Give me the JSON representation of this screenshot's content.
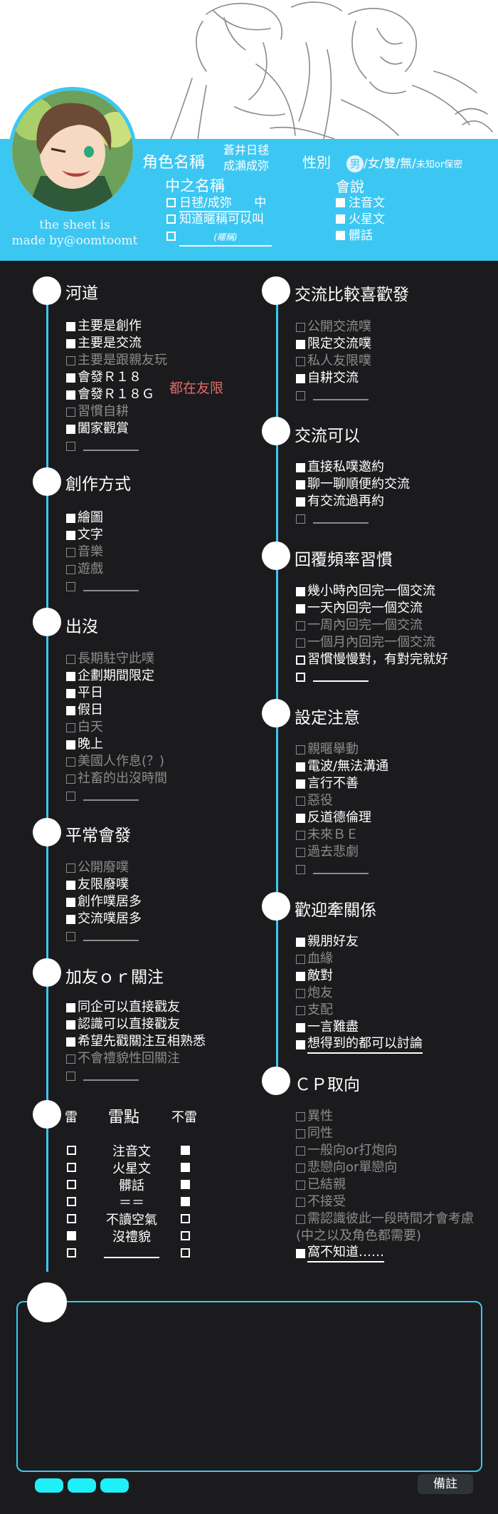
{
  "header": {
    "credit_line1": "the sheet is",
    "credit_line2": "made by@oomtoomt",
    "char_name_label": "角色名稱",
    "char_name_line1": "蒼井日毬",
    "char_name_line2": "成瀨成弥",
    "gender_label": "性別",
    "gender_selected": "男",
    "gender_rest": "/女/雙/無/",
    "gender_unknown": "未知or保密",
    "nickname_label": "中之名稱",
    "nickname_value": "日毬/成弥",
    "nickname_suffix": "中",
    "nickname_opt2": "知道暱稱可以叫",
    "nickname_opt3": "(暱稱)",
    "speech_label": "會說",
    "speech_items": [
      "注音文",
      "火星文",
      "髒話"
    ]
  },
  "sections": {
    "rivers": {
      "title": "河道",
      "items": [
        {
          "text": "主要是創作",
          "checked": true
        },
        {
          "text": "主要是交流",
          "checked": true
        },
        {
          "text": "主要是跟親友玩",
          "checked": false
        },
        {
          "text": "會發Ｒ１８",
          "checked": true
        },
        {
          "text": "會發Ｒ１８Ｇ",
          "checked": true
        },
        {
          "text": "習慣自耕",
          "checked": false
        },
        {
          "text": "闔家觀賞",
          "checked": true
        },
        {
          "text": "",
          "checked": false
        }
      ],
      "note": "都在友限"
    },
    "creation": {
      "title": "創作方式",
      "items": [
        {
          "text": "繪圖",
          "checked": true
        },
        {
          "text": "文字",
          "checked": true
        },
        {
          "text": "音樂",
          "checked": false
        },
        {
          "text": "遊戲",
          "checked": false
        },
        {
          "text": "",
          "checked": false
        }
      ]
    },
    "appear": {
      "title": "出沒",
      "items": [
        {
          "text": "長期駐守此噗",
          "checked": false
        },
        {
          "text": "企劃期間限定",
          "checked": true
        },
        {
          "text": "平日",
          "checked": true
        },
        {
          "text": "假日",
          "checked": true
        },
        {
          "text": "白天",
          "checked": false
        },
        {
          "text": "晚上",
          "checked": true
        },
        {
          "text": "美國人作息(？)",
          "checked": false
        },
        {
          "text": "社畜的出沒時間",
          "checked": false
        },
        {
          "text": "",
          "checked": false
        }
      ]
    },
    "usual": {
      "title": "平常會發",
      "items": [
        {
          "text": "公開廢噗",
          "checked": false
        },
        {
          "text": "友限廢噗",
          "checked": true
        },
        {
          "text": "創作噗居多",
          "checked": true
        },
        {
          "text": "交流噗居多",
          "checked": true
        },
        {
          "text": "",
          "checked": false
        }
      ]
    },
    "friend": {
      "title": "加友ｏｒ關注",
      "items": [
        {
          "text": "同企可以直接戳友",
          "checked": true
        },
        {
          "text": "認識可以直接戳友",
          "checked": true
        },
        {
          "text": "希望先戳關注互相熟悉",
          "checked": true
        },
        {
          "text": "不會禮貌性回關注",
          "checked": false
        },
        {
          "text": "",
          "checked": false
        }
      ]
    },
    "thunder": {
      "head_left": "雷",
      "head_mid": "雷點",
      "head_right": "不雷",
      "rows": [
        {
          "text": "注音文",
          "left": false,
          "right": true
        },
        {
          "text": "火星文",
          "left": false,
          "right": true
        },
        {
          "text": "髒話",
          "left": false,
          "right": true
        },
        {
          "text": "＝＝",
          "left": false,
          "right": true
        },
        {
          "text": "不讀空氣",
          "left": false,
          "right": false
        },
        {
          "text": "沒禮貌",
          "left": true,
          "right": false
        },
        {
          "text": "",
          "left": false,
          "right": false
        }
      ]
    },
    "exchange_pref": {
      "title": "交流比較喜歡發",
      "items": [
        {
          "text": "公開交流噗",
          "checked": false
        },
        {
          "text": "限定交流噗",
          "checked": true
        },
        {
          "text": "私人友限噗",
          "checked": false
        },
        {
          "text": "自耕交流",
          "checked": true
        },
        {
          "text": "",
          "checked": false
        }
      ]
    },
    "exchange_ok": {
      "title": "交流可以",
      "items": [
        {
          "text": "直接私噗邀約",
          "checked": true
        },
        {
          "text": "聊一聊順便約交流",
          "checked": true
        },
        {
          "text": "有交流過再約",
          "checked": true
        },
        {
          "text": "",
          "checked": false
        }
      ]
    },
    "reply": {
      "title": "回覆頻率習慣",
      "items": [
        {
          "text": "幾小時內回完一個交流",
          "checked": true
        },
        {
          "text": "一天內回完一個交流",
          "checked": true
        },
        {
          "text": "一周內回完一個交流",
          "checked": false
        },
        {
          "text": "一個月內回完一個交流",
          "checked": false
        },
        {
          "text": "習慣慢慢對，有對完就好",
          "checked": false,
          "bright": true
        },
        {
          "text": "",
          "checked": false,
          "bright": true
        }
      ]
    },
    "setting": {
      "title": "設定注意",
      "items": [
        {
          "text": "親暱舉動",
          "checked": false
        },
        {
          "text": "電波/無法溝通",
          "checked": true
        },
        {
          "text": "言行不善",
          "checked": true
        },
        {
          "text": "惡役",
          "checked": false
        },
        {
          "text": "反道德倫理",
          "checked": true
        },
        {
          "text": "未來ＢＥ",
          "checked": false
        },
        {
          "text": "過去悲劇",
          "checked": false
        },
        {
          "text": "",
          "checked": false
        }
      ]
    },
    "relation": {
      "title": "歡迎牽關係",
      "items": [
        {
          "text": "親朋好友",
          "checked": true
        },
        {
          "text": "血緣",
          "checked": false
        },
        {
          "text": "敵對",
          "checked": true
        },
        {
          "text": "炮友",
          "checked": false
        },
        {
          "text": "支配",
          "checked": false
        },
        {
          "text": "一言難盡",
          "checked": true
        },
        {
          "text": "想得到的都可以討論",
          "checked": true
        }
      ]
    },
    "cp": {
      "title": "ＣＰ取向",
      "items": [
        {
          "text": "異性",
          "checked": false
        },
        {
          "text": "同性",
          "checked": false
        },
        {
          "text": "一般向or打炮向",
          "checked": false
        },
        {
          "text": "悲戀向or單戀向",
          "checked": false
        },
        {
          "text": "已結親",
          "checked": false
        },
        {
          "text": "不接受",
          "checked": false
        },
        {
          "text": "需認識彼此一段時間才會考慮",
          "checked": false
        },
        {
          "text": "(中之以及角色都需要)",
          "checked": false,
          "nobox": true
        },
        {
          "text": "窩不知道……",
          "checked": true
        }
      ]
    }
  },
  "footer": {
    "remark_label": "備註"
  },
  "colors": {
    "accent": "#3cc7f3",
    "background": "#1b1b1d",
    "note_red": "#e36a6a",
    "pill": "#1ff0f8"
  }
}
